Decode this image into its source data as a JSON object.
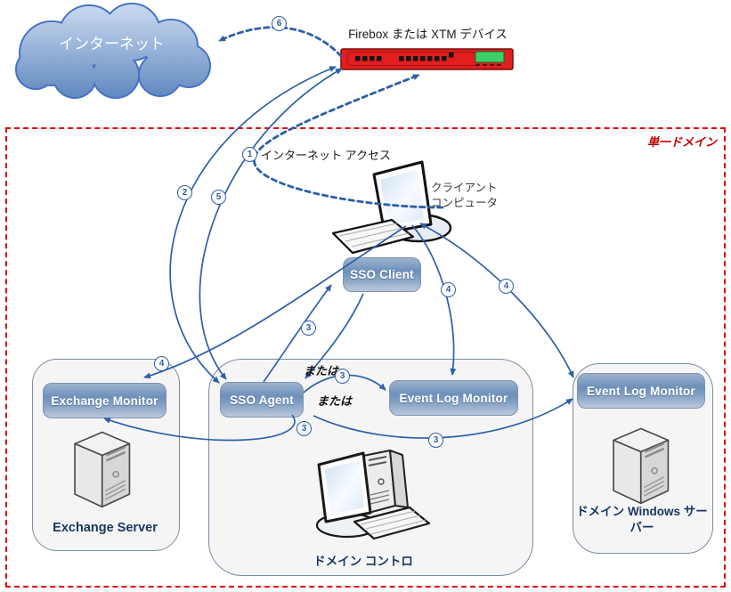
{
  "cloud": {
    "label": "インターネット"
  },
  "firebox": {
    "label": "Firebox または XTM デバイス"
  },
  "domain": {
    "label": "単一ドメイン"
  },
  "client": {
    "label_line1": "クライアント",
    "label_line2": "コンピュータ"
  },
  "steps": {
    "step1_text": "インターネット アクセス",
    "or_label": "または"
  },
  "boxes": {
    "sso_client": "SSO Client",
    "sso_agent": "SSO Agent",
    "event_log_monitor_center": "Event Log Monitor",
    "event_log_monitor_right": "Event Log Monitor",
    "exchange_monitor": "Exchange Monitor"
  },
  "machines": {
    "exchange_server": "Exchange Server",
    "domain_controller": "ドメイン コントロ",
    "domain_windows_server": "ドメイン Windows サーバー"
  },
  "markers": {
    "m1": "1",
    "m2": "2",
    "m3": "3",
    "m4": "4",
    "m5": "5",
    "m6": "6"
  },
  "colors": {
    "arrow_blue": "#2d5fa8",
    "red_border": "#e30000",
    "firebox_red": "#e21e1e",
    "lcd_green": "#3ecf6a",
    "box_gradient_top": "#9db3ce",
    "box_gradient_bottom": "#bcc9dd",
    "label_navy": "#17375e",
    "cloud_fill": "#7b9fd0",
    "panel_fill": "#f5f5f6"
  }
}
